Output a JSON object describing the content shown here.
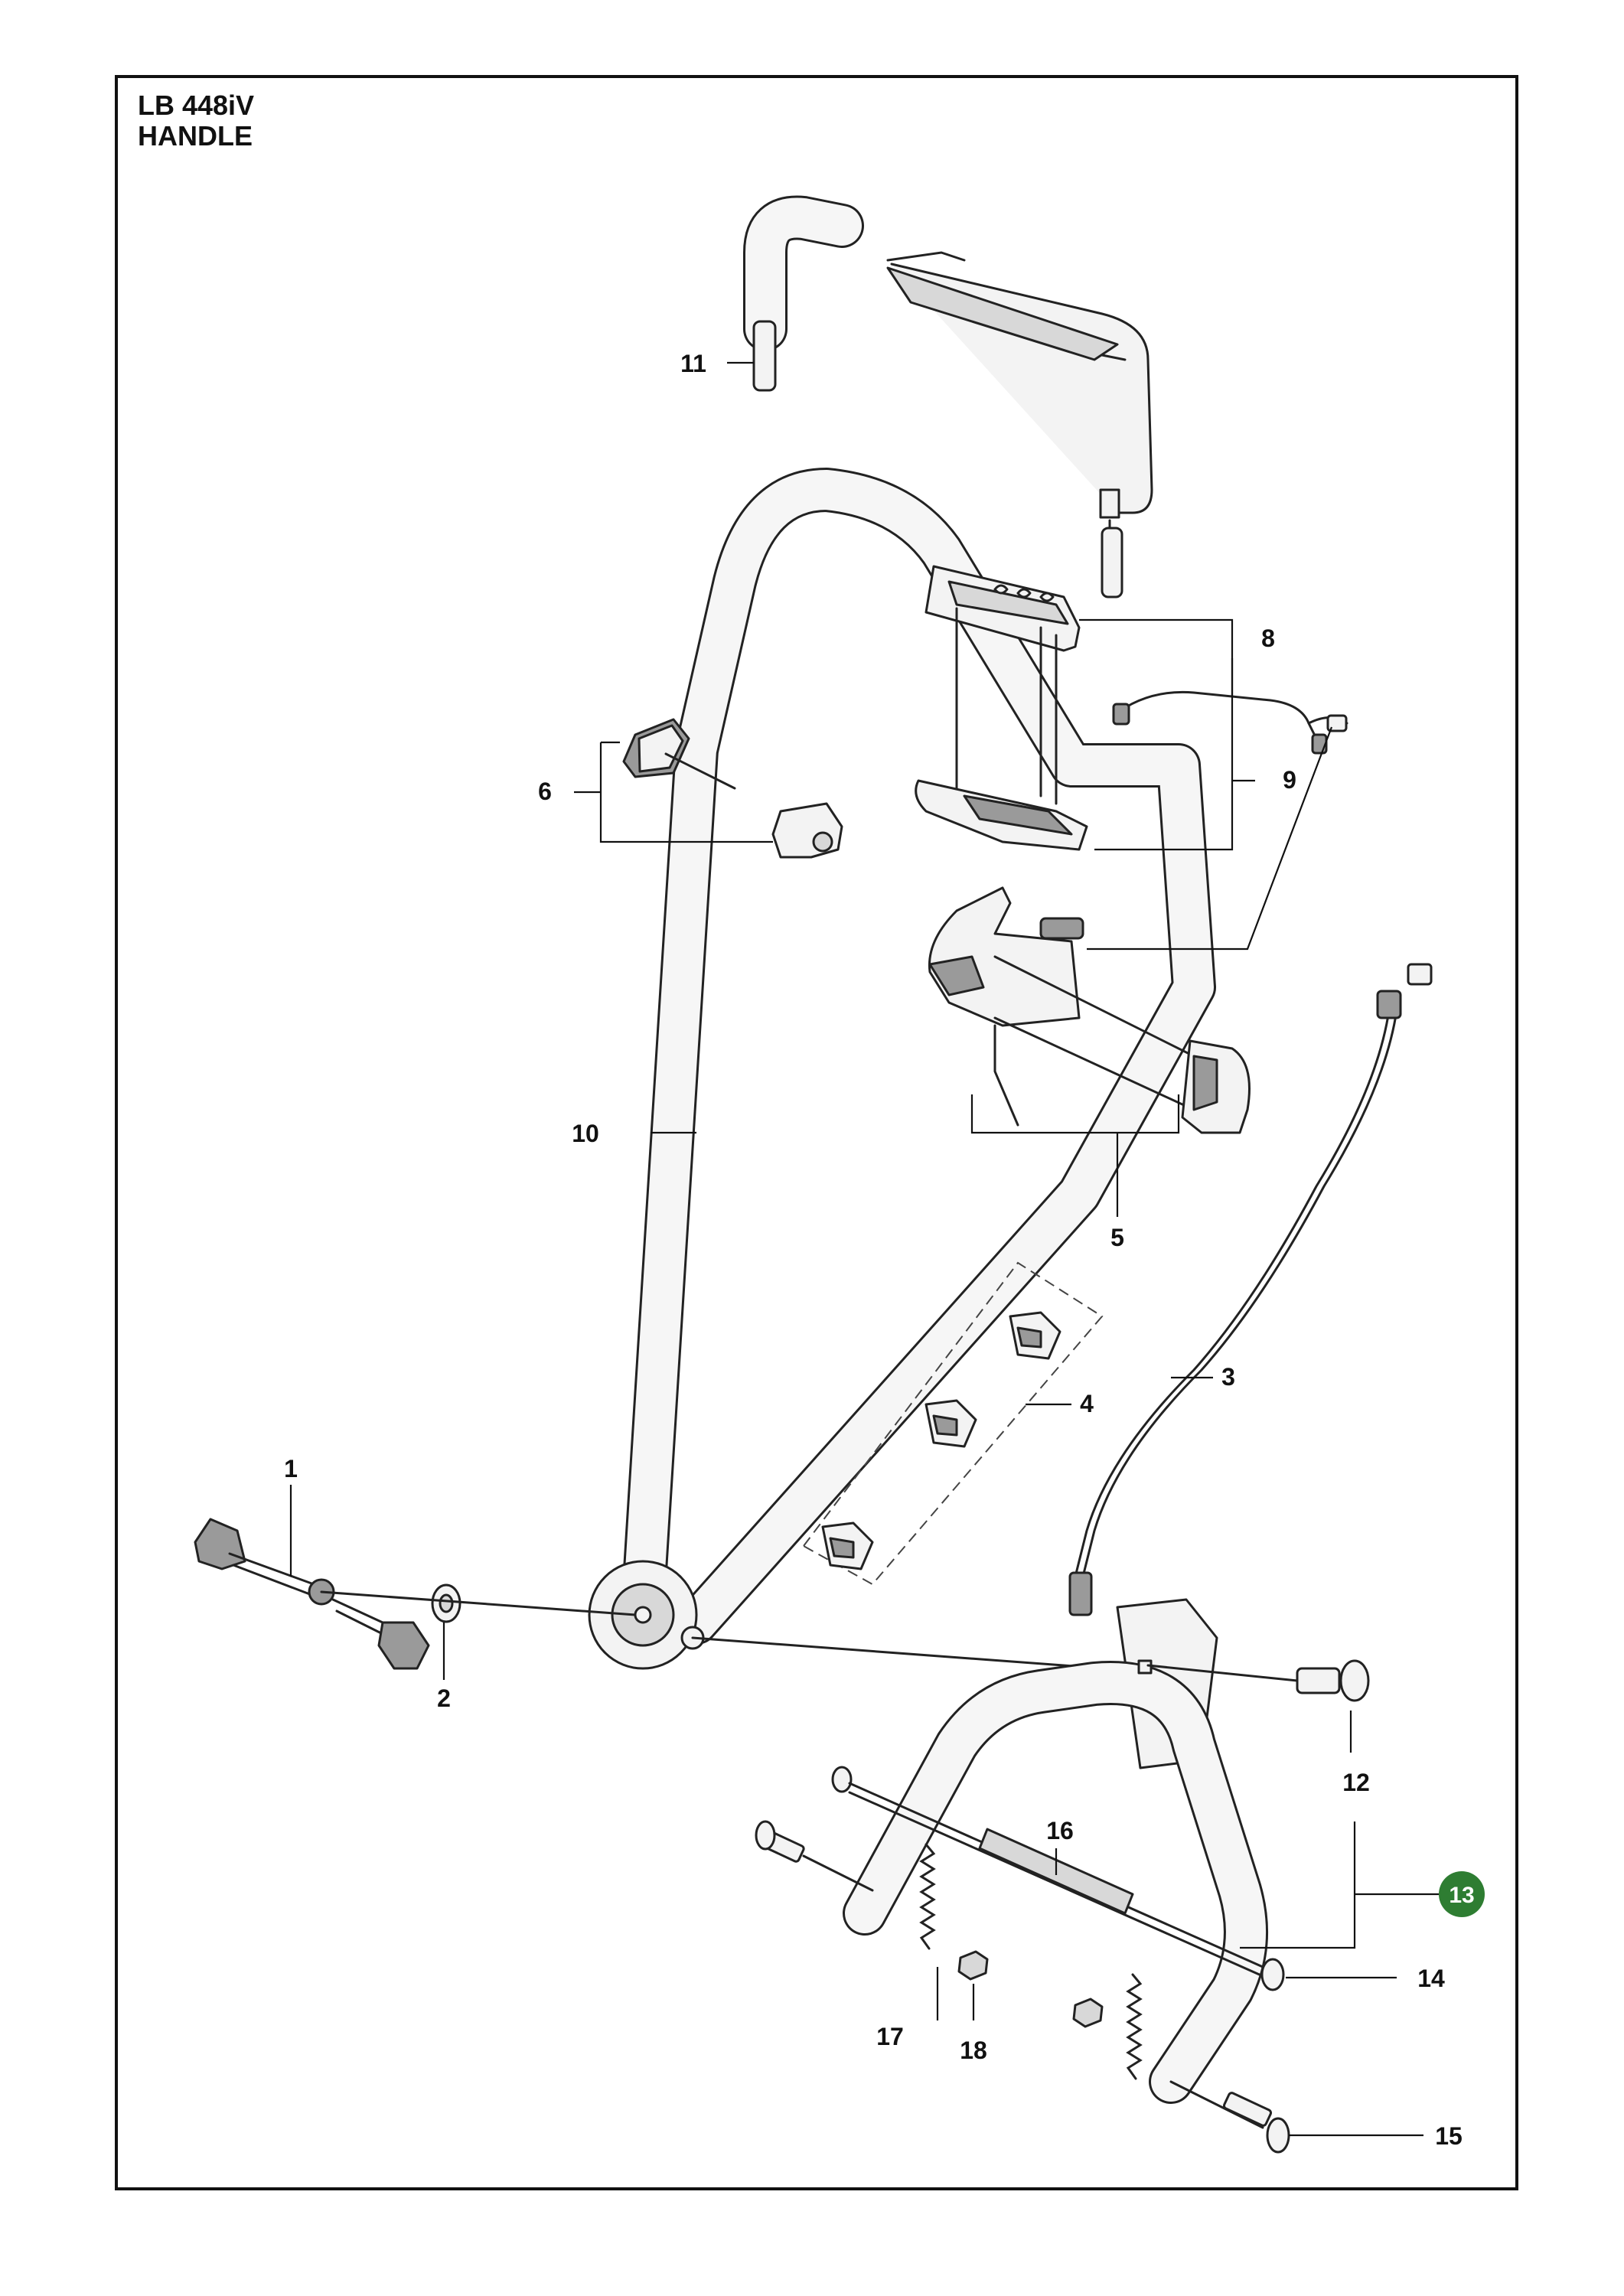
{
  "header": {
    "model": "LB 448iV",
    "section": "HANDLE"
  },
  "callouts": [
    {
      "id": "c1",
      "label": "1"
    },
    {
      "id": "c2",
      "label": "2"
    },
    {
      "id": "c3",
      "label": "3"
    },
    {
      "id": "c4",
      "label": "4"
    },
    {
      "id": "c5",
      "label": "5"
    },
    {
      "id": "c6",
      "label": "6"
    },
    {
      "id": "c8",
      "label": "8"
    },
    {
      "id": "c9",
      "label": "9"
    },
    {
      "id": "c10",
      "label": "10"
    },
    {
      "id": "c11",
      "label": "11"
    },
    {
      "id": "c12",
      "label": "12"
    },
    {
      "id": "c14",
      "label": "14"
    },
    {
      "id": "c15",
      "label": "15"
    },
    {
      "id": "c16",
      "label": "16"
    },
    {
      "id": "c17",
      "label": "17"
    },
    {
      "id": "c18",
      "label": "18"
    }
  ],
  "highlight": {
    "label": "13",
    "color": "#2e7d32"
  },
  "colors": {
    "frame": "#111111",
    "line": "#222222",
    "highlight": "#2e7d32"
  }
}
